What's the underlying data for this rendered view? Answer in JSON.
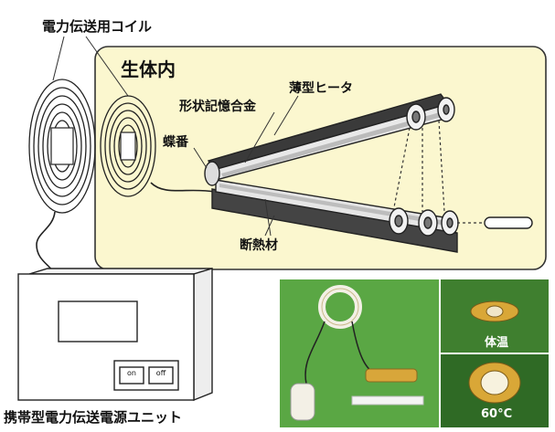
{
  "labels": {
    "coil": "電力伝送用コイル",
    "in_body": "生体内",
    "thin_heater": "薄型ヒータ",
    "sma": "形状記憶合金",
    "hinge": "蝶番",
    "insulator": "断熱材",
    "power_unit": "携帯型電力伝送電源ユニット"
  },
  "device": {
    "switch_left": "on",
    "switch_right": "off"
  },
  "photo": {
    "body_temp": "体温",
    "hot_temp": "60°C"
  },
  "colors": {
    "body_bg": "#fbf7cf",
    "photo_green": "#4f9a3a"
  }
}
